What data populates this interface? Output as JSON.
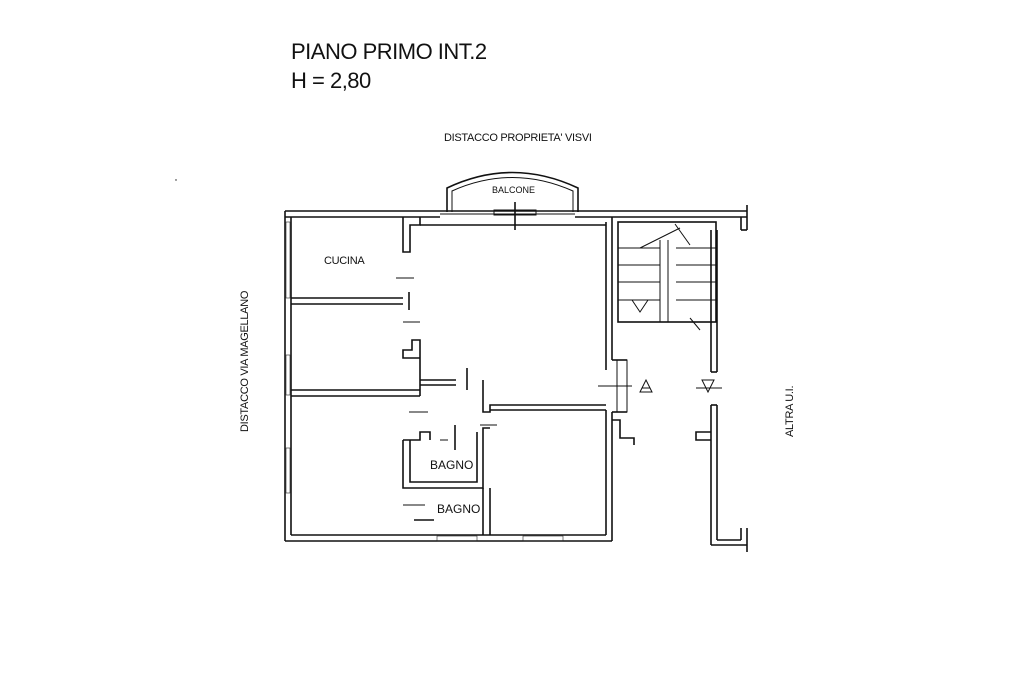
{
  "title": {
    "line1": "PIANO PRIMO INT.2",
    "line2": "H = 2,80"
  },
  "labels": {
    "top": "DISTACCO PROPRIETA' VISVI",
    "left": "DISTACCO VIA MAGELLANO",
    "right": "ALTRA U.I.",
    "balcone": "BALCONE",
    "cucina": "CUCINA",
    "bagno1": "BAGNO",
    "bagno2": "BAGNO"
  }
}
